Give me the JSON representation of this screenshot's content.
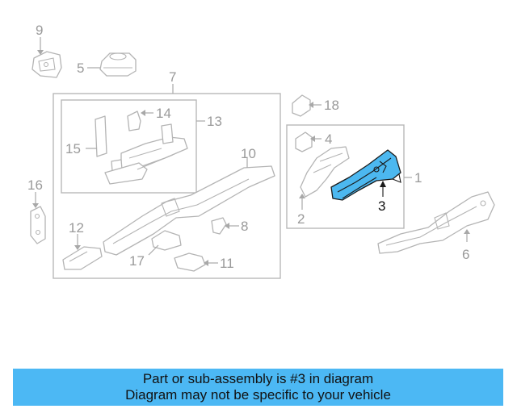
{
  "diagram": {
    "labels": {
      "l1": "1",
      "l2": "2",
      "l3": "3",
      "l4": "4",
      "l5": "5",
      "l6": "6",
      "l7": "7",
      "l8": "8",
      "l9": "9",
      "l10": "10",
      "l11": "11",
      "l12": "12",
      "l13": "13",
      "l14": "14",
      "l15": "15",
      "l16": "16",
      "l17": "17",
      "l18": "18"
    },
    "highlight_part": "3",
    "colors": {
      "highlight": "#4cb8f0",
      "line": "#b4b4b4",
      "label": "#9a9a9a"
    }
  },
  "banner": {
    "line1": "Part or sub-assembly is #3 in diagram",
    "line2": "Diagram may not be specific to your vehicle",
    "color": "#4cb8f4"
  }
}
